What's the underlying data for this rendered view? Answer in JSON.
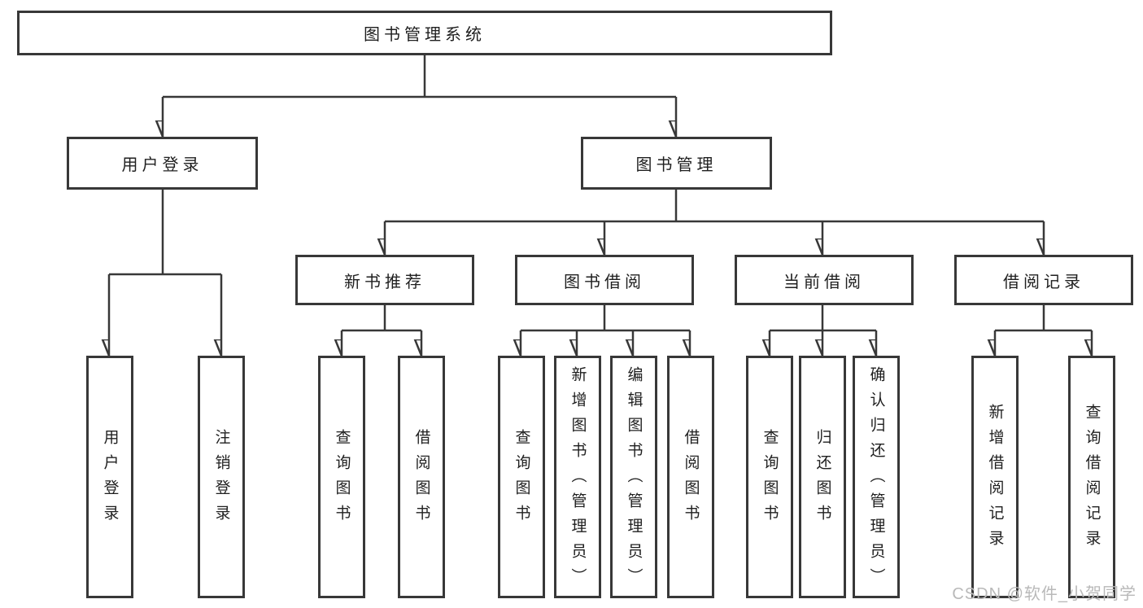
{
  "diagram": {
    "type": "hierarchy-tree",
    "root": {
      "label": "图书管理系统"
    },
    "level2": [
      {
        "id": "user-login",
        "label": "用户登录"
      },
      {
        "id": "book-management",
        "label": "图书管理"
      }
    ],
    "level3": [
      {
        "id": "new-book-recommend",
        "label": "新书推荐",
        "parent": "book-management"
      },
      {
        "id": "book-borrowing",
        "label": "图书借阅",
        "parent": "book-management"
      },
      {
        "id": "current-borrowing",
        "label": "当前借阅",
        "parent": "book-management"
      },
      {
        "id": "borrowing-records",
        "label": "借阅记录",
        "parent": "book-management"
      }
    ],
    "leaves": [
      {
        "id": "user-login-leaf",
        "label": "用户登录",
        "parent": "user-login"
      },
      {
        "id": "logout",
        "label": "注销登录",
        "parent": "user-login"
      },
      {
        "id": "query-books-recommend",
        "label": "查询图书",
        "parent": "new-book-recommend"
      },
      {
        "id": "borrow-books-recommend",
        "label": "借阅图书",
        "parent": "new-book-recommend"
      },
      {
        "id": "query-books-borrowing",
        "label": "查询图书",
        "parent": "book-borrowing"
      },
      {
        "id": "add-books-admin",
        "label": "新增图书（管理员）",
        "parent": "book-borrowing"
      },
      {
        "id": "edit-books-admin",
        "label": "编辑图书（管理员）",
        "parent": "book-borrowing"
      },
      {
        "id": "borrow-books-borrowing",
        "label": "借阅图书",
        "parent": "book-borrowing"
      },
      {
        "id": "query-books-current",
        "label": "查询图书",
        "parent": "current-borrowing"
      },
      {
        "id": "return-books",
        "label": "归还图书",
        "parent": "current-borrowing"
      },
      {
        "id": "confirm-return-admin",
        "label": "确认归还（管理员）",
        "parent": "current-borrowing"
      },
      {
        "id": "add-borrow-record",
        "label": "新增借阅记录",
        "parent": "borrowing-records"
      },
      {
        "id": "query-borrow-record",
        "label": "查询借阅记录",
        "parent": "borrowing-records"
      }
    ],
    "watermark": {
      "text": "CSDN @软件_小贺同学"
    },
    "colors": {
      "line": "#383838",
      "box_border": "#383838",
      "text": "#1f1f1f",
      "background": "#ffffff",
      "watermark": "#b9b9b9"
    }
  }
}
